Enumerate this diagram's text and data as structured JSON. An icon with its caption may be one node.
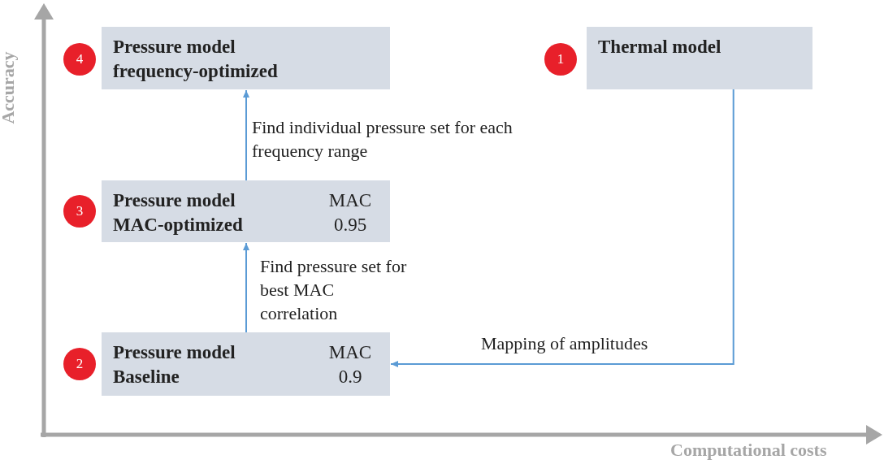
{
  "diagram": {
    "nodes": [
      {
        "text": [
          "Pressure model frequency-optimized"
        ],
        "beside": [
          "4"
        ]
      },
      {
        "text": [
          "Thermal model"
        ],
        "beside": [
          "1"
        ]
      },
      {
        "text": [
          "Pressure model MAC-optimized",
          "MAC 0.95"
        ],
        "beside": [
          "3"
        ]
      },
      {
        "text": [
          "Pressure model Baseline",
          "MAC 0.9"
        ],
        "beside": [
          "2"
        ]
      }
    ],
    "edges": [
      {
        "from": 2,
        "to": 0,
        "arrow": "to",
        "label": "Find individual pressure set for each frequency range"
      },
      {
        "from": 3,
        "to": 2,
        "arrow": "to",
        "label": "Find pressure set for best MAC correlation"
      },
      {
        "from": 1,
        "to": 3,
        "arrow": "to",
        "label": "Mapping of amplitudes"
      }
    ],
    "labels": [
      "Accuracy",
      "Computational costs"
    ]
  }
}
